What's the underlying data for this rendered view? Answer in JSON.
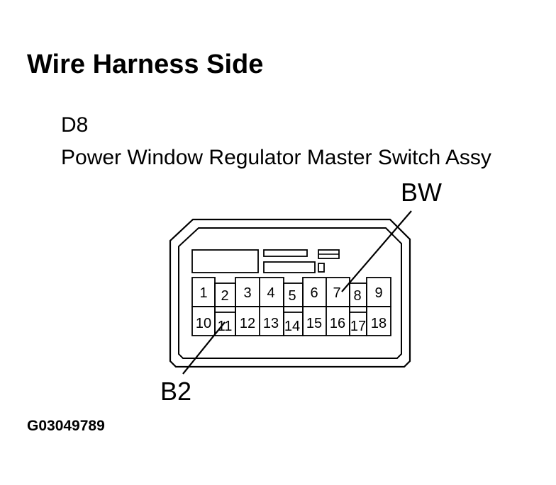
{
  "title": "Wire Harness Side",
  "connector": {
    "code": "D8",
    "name": "Power Window Regulator Master Switch Assy"
  },
  "callouts": {
    "top": "BW",
    "bottom": "B2"
  },
  "terminals": [
    "1",
    "2",
    "3",
    "4",
    "5",
    "6",
    "7",
    "8",
    "9",
    "10",
    "11",
    "12",
    "13",
    "14",
    "15",
    "16",
    "17",
    "18"
  ],
  "figure_id": "G03049789"
}
